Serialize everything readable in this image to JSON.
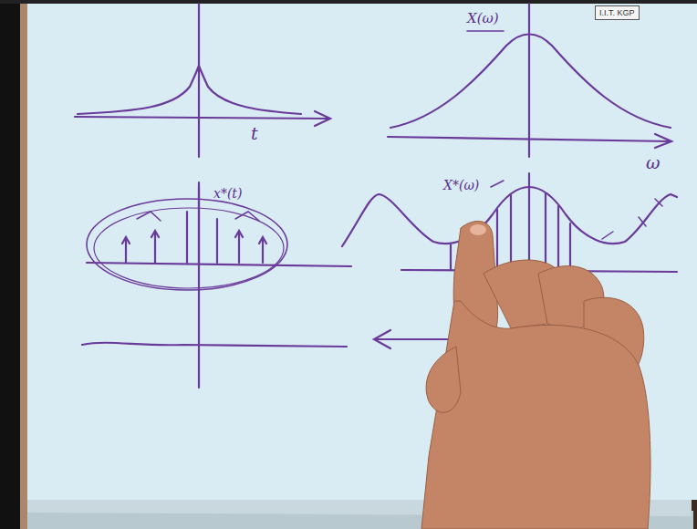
{
  "diagram": {
    "nodes": [
      {
        "text": [
          "I.I.T. KGP"
        ]
      }
    ],
    "labels": [
      "X(ω)",
      "t",
      "ω",
      "x*(t)",
      "X*(ω)"
    ]
  }
}
